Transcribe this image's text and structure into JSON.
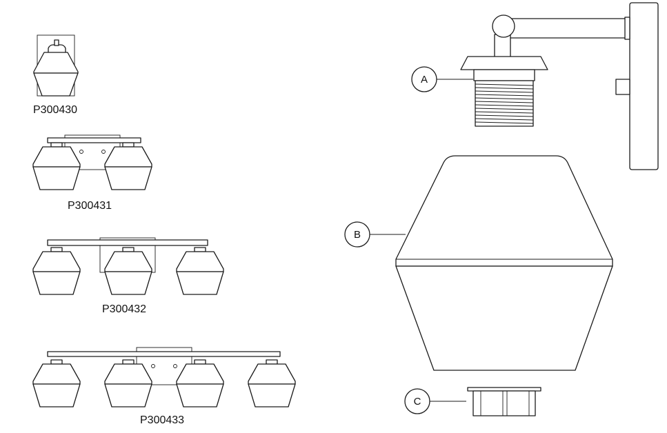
{
  "models": [
    {
      "id": "P300430",
      "label": "P300430",
      "lights": 1
    },
    {
      "id": "P300431",
      "label": "P300431",
      "lights": 2
    },
    {
      "id": "P300432",
      "label": "P300432",
      "lights": 3
    },
    {
      "id": "P300433",
      "label": "P300433",
      "lights": 4
    }
  ],
  "parts": [
    {
      "id": "A",
      "letter": "A"
    },
    {
      "id": "B",
      "letter": "B"
    },
    {
      "id": "C",
      "letter": "C"
    }
  ]
}
